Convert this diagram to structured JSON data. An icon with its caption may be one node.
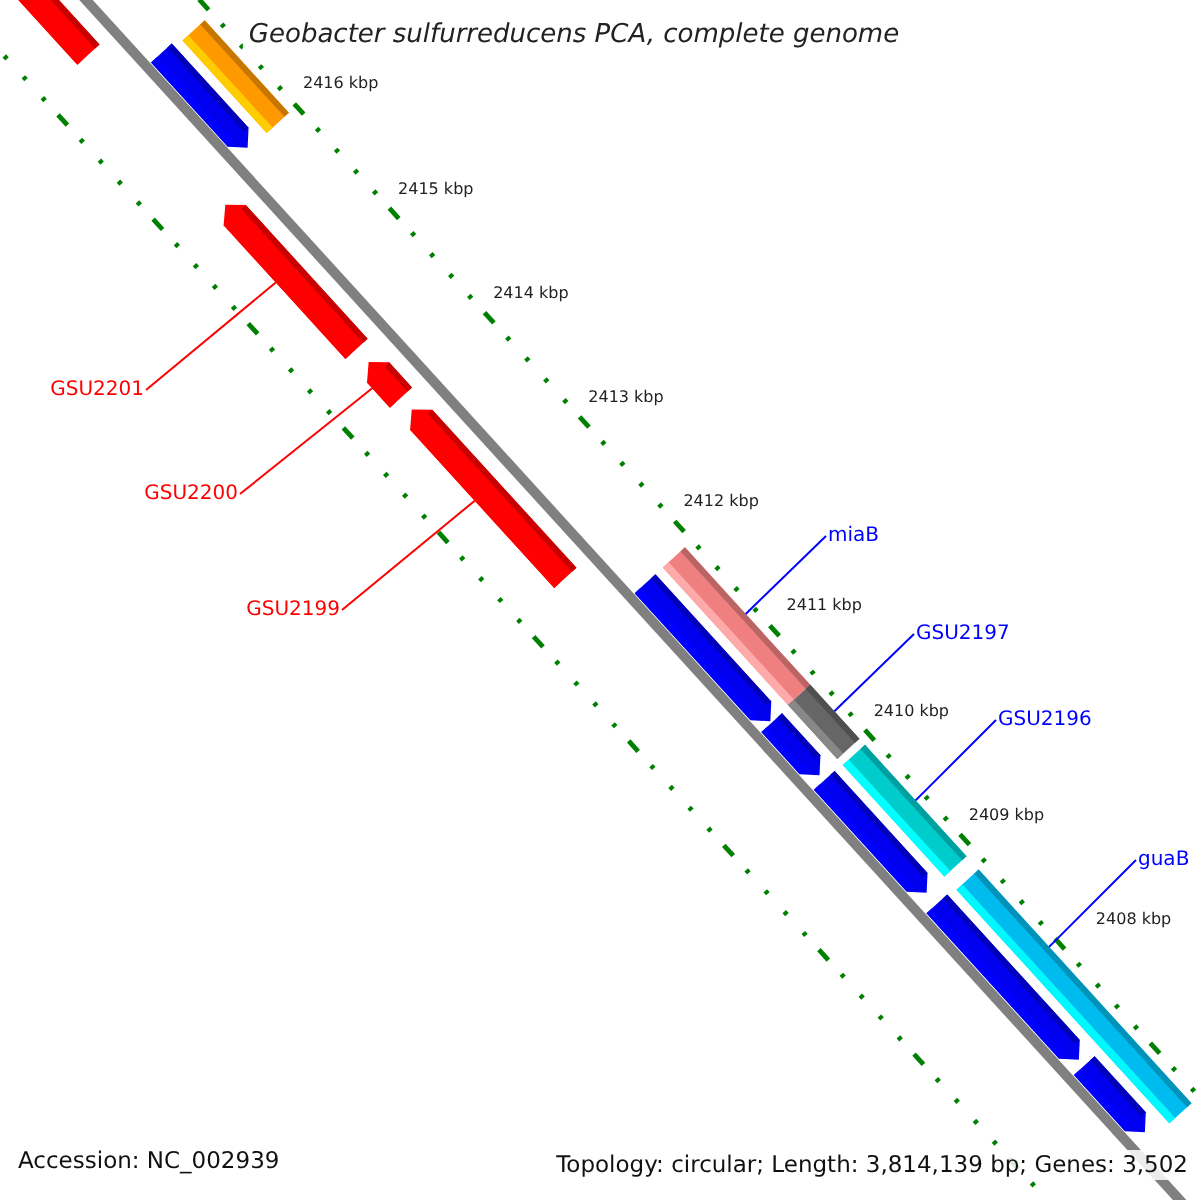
{
  "diagram": {
    "title": "Geobacter sulfurreducens PCA, complete genome",
    "nodes": [
      {
        "text": [],
        "shape": "arrow"
      },
      {
        "text": [],
        "shape": "arrow"
      },
      {
        "text": [],
        "shape": "bar"
      },
      {
        "text": [],
        "shape": "arrow"
      },
      {
        "text": [],
        "shape": "arrow"
      },
      {
        "text": [],
        "shape": "arrow"
      },
      {
        "text": [],
        "shape": "arrow"
      },
      {
        "text": [],
        "shape": "bar"
      },
      {
        "text": [],
        "shape": "arrow"
      },
      {
        "text": [],
        "shape": "bar"
      },
      {
        "text": [],
        "shape": "arrow"
      },
      {
        "text": [],
        "shape": "bar"
      },
      {
        "text": [],
        "shape": "arrow"
      },
      {
        "text": [],
        "shape": "bar"
      },
      {
        "text": [],
        "shape": "arrow"
      },
      {
        "text": [
          "GSU2201"
        ]
      },
      {
        "text": [
          "GSU2200"
        ]
      },
      {
        "text": [
          "GSU2199"
        ]
      },
      {
        "text": [
          "miaB"
        ]
      },
      {
        "text": [
          "GSU2197"
        ]
      },
      {
        "text": [
          "GSU2196"
        ]
      },
      {
        "text": [
          "guaB"
        ]
      }
    ],
    "edges": [
      {
        "from": 15,
        "to": 3,
        "arrow": "none",
        "color": "#ff0000"
      },
      {
        "from": 16,
        "to": 4,
        "arrow": "none",
        "color": "#ff0000"
      },
      {
        "from": 17,
        "to": 5,
        "arrow": "none",
        "color": "#ff0000"
      },
      {
        "from": 18,
        "to": 7,
        "arrow": "none"
      },
      {
        "from": 19,
        "to": 9,
        "arrow": "none"
      },
      {
        "from": 20,
        "to": 11,
        "arrow": "none"
      },
      {
        "from": 21,
        "to": 13,
        "arrow": "none"
      }
    ],
    "labels": [
      "2416 kbp",
      "2415 kbp",
      "2414 kbp",
      "2413 kbp",
      "2412 kbp",
      "2411 kbp",
      "2410 kbp",
      "2409 kbp",
      "2408 kbp",
      "Accession: NC_002939",
      "Topology: circular; Length: 3,814,139 bp; Genes: 3,502"
    ]
  }
}
